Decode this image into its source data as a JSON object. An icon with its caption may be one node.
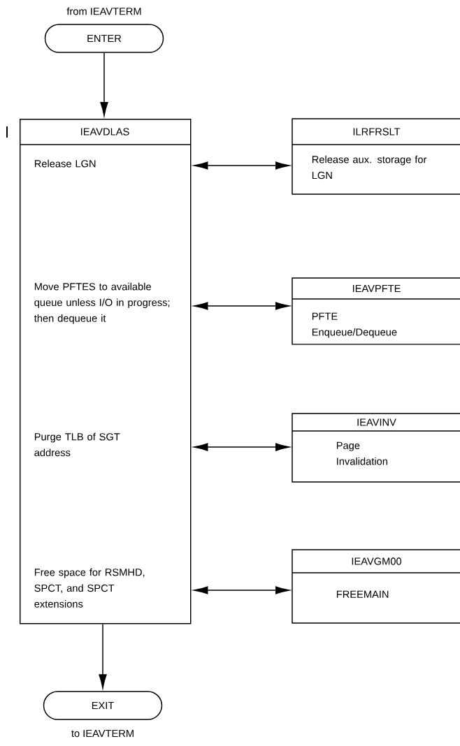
{
  "diagram": {
    "nodes": [
      {
        "text": [
          "ENTER"
        ],
        "beside": [
          "from IEAVTERM"
        ]
      },
      {
        "text": [
          "IEAVDLAS",
          "Release LGN",
          "Move PFTES to available queue unless I/O in progress; then dequeue it",
          "Purge TLB of SGT address",
          "Free space for RSMHD, SPCT, and SPCT extensions"
        ]
      },
      {
        "text": [
          "ILRFRSLT",
          "Release aux. storage for LGN"
        ]
      },
      {
        "text": [
          "IEAVPFTE",
          "PFTE Enqueue/Dequeue"
        ]
      },
      {
        "text": [
          "IEAVINV",
          "Page Invalidation"
        ]
      },
      {
        "text": [
          "IEAVGM00",
          "FREEMAIN"
        ]
      },
      {
        "text": [
          "EXIT"
        ],
        "beside": [
          "to IEAVTERM"
        ]
      }
    ],
    "edges": [
      {
        "from": 0,
        "to": 1,
        "arrow": "to"
      },
      {
        "from": 1,
        "to": 2,
        "arrow": "both"
      },
      {
        "from": 1,
        "to": 3,
        "arrow": "both"
      },
      {
        "from": 1,
        "to": 4,
        "arrow": "both"
      },
      {
        "from": 1,
        "to": 5,
        "arrow": "both"
      },
      {
        "from": 1,
        "to": 6,
        "arrow": "to"
      }
    ]
  }
}
